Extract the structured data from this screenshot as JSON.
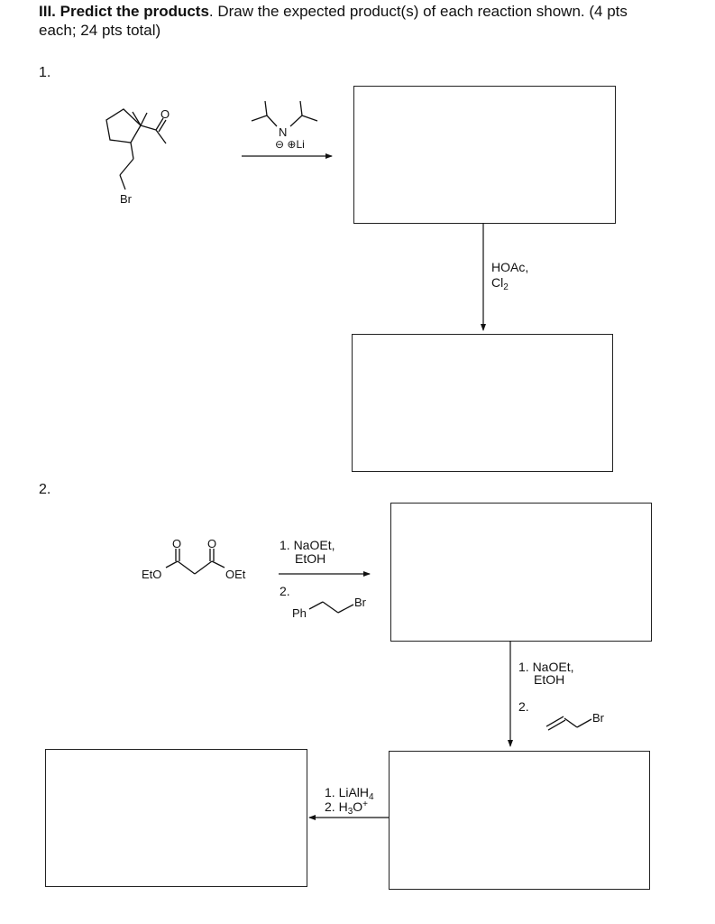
{
  "header": {
    "section": "III. Predict the products",
    "rest_line1": ". Draw the expected product(s) of each reaction shown. (4 pts",
    "rest_line2": "each; 24 pts total)"
  },
  "problem1": {
    "number": "1.",
    "reactant_halogen": "Br",
    "reactant_oxygen": "O",
    "base_nitrogen": "N",
    "base_counter_ions": "⊖ ⊕Li",
    "step2_reagent_line1": "HOAc,",
    "step2_reagent_line2": "Cl",
    "step2_reagent_sub": "2"
  },
  "problem2": {
    "number": "2.",
    "reactant_carbonyl_o1": "O",
    "reactant_carbonyl_o2": "O",
    "reactant_left_group": "EtO",
    "reactant_right_group": "OEt",
    "step1_reagent_line1": "1. NaOEt,",
    "step1_reagent_line2": "EtOH",
    "step1_reagent_line3": "2.",
    "step1_alkyl_left": "Ph",
    "step1_alkyl_right": "Br",
    "step2_reagent_line1": "1. NaOEt,",
    "step2_reagent_line2": "EtOH",
    "step2_reagent_line3": "2.",
    "step2_alkyl_right": "Br",
    "step3_line1_main": "1. LiAlH",
    "step3_line1_sub": "4",
    "step3_line2_pre": "2. H",
    "step3_line2_sub": "3",
    "step3_line2_post": "O",
    "step3_line2_sup": "+"
  }
}
